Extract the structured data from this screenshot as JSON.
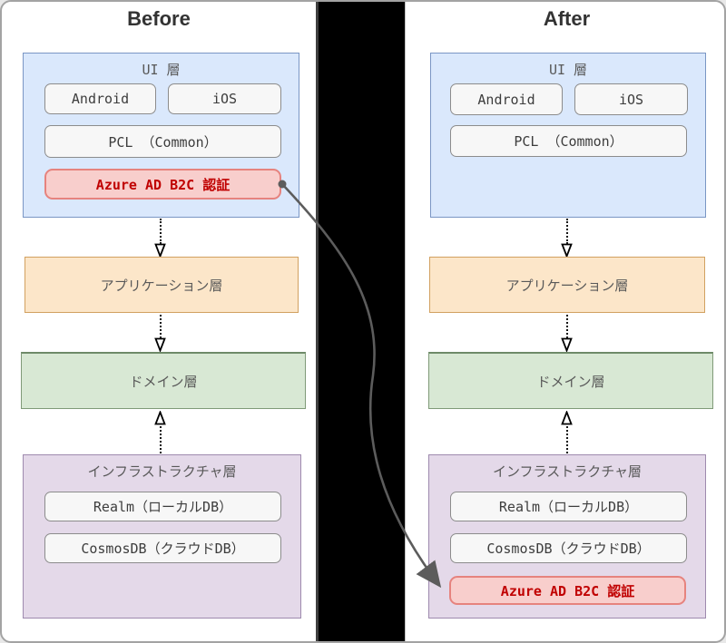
{
  "colors": {
    "title_text": "#333333",
    "label_text": "#595959",
    "item_text": "#3d3d3d",
    "item_fill": "#f7f7f7",
    "item_border": "#8c8c8c",
    "ui_fill": "#dae8fc",
    "ui_border": "#7a96c4",
    "app_fill": "#fce6c9",
    "app_border": "#d2a160",
    "domain_fill": "#d8e8d4",
    "domain_border": "#7f9a78",
    "infra_fill": "#e4d9e9",
    "infra_border": "#9e8aae",
    "auth_fill": "#f8cecc",
    "auth_border": "#e6837e",
    "auth_text": "#c00000",
    "divider_bg": "#000000",
    "move_arrow": "#5c5c5c"
  },
  "before": {
    "title": "Before",
    "ui_layer": {
      "label": "UI 層",
      "android": "Android",
      "ios": "iOS",
      "pcl": "PCL （Common）",
      "auth": "Azure AD B2C 認証"
    },
    "app_layer": {
      "label": "アプリケーション層"
    },
    "domain_layer": {
      "label": "ドメイン層"
    },
    "infra_layer": {
      "label": "インフラストラクチャ層",
      "realm": "Realm（ローカルDB）",
      "cosmos": "CosmosDB（クラウドDB）"
    }
  },
  "after": {
    "title": "After",
    "ui_layer": {
      "label": "UI 層",
      "android": "Android",
      "ios": "iOS",
      "pcl": "PCL （Common）"
    },
    "app_layer": {
      "label": "アプリケーション層"
    },
    "domain_layer": {
      "label": "ドメイン層"
    },
    "infra_layer": {
      "label": "インフラストラクチャ層",
      "realm": "Realm（ローカルDB）",
      "cosmos": "CosmosDB（クラウドDB）",
      "auth": "Azure AD B2C 認証"
    }
  },
  "relations": {
    "ui_to_app": "dotted-arrow-down",
    "app_to_domain": "dotted-arrow-down",
    "infra_to_domain": "dotted-arrow-up",
    "auth_move": "curved solid arrow: Before UI-layer auth box -> After infrastructure-layer auth box"
  }
}
